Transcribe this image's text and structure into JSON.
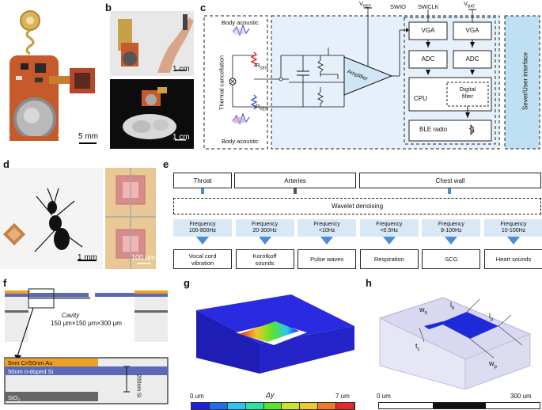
{
  "panels": {
    "a": {
      "label": "a",
      "scale": "5 mm"
    },
    "b": {
      "label": "b",
      "scale_top": "1 cm",
      "scale_bottom": "1 cm"
    },
    "c": {
      "label": "c",
      "body_acoustic_top": "Body acoustic",
      "body_acoustic_bottom": "Body acoustic",
      "thermal_cancellation": "Thermal cancellation",
      "r_sen": "R",
      "r_sen_sub": "SEN",
      "r_ref": "R",
      "r_ref_sub": "REF",
      "amplifier": "Amplifier",
      "vref": "V",
      "vref_sub": "REF",
      "swio": "SWIO",
      "swclk": "SWCLK",
      "vbat": "V",
      "vbat_sub": "BAT",
      "vga1": "VGA",
      "vga2": "VGA",
      "adc1": "ADC",
      "adc2": "ADC",
      "cpu": "CPU",
      "digital_filter_1": "Digital",
      "digital_filter_2": "filter",
      "ble": "BLE radio",
      "server": "Sever/User interface"
    },
    "d": {
      "label": "d",
      "scale_left": "1 mm",
      "scale_right": "100 um"
    },
    "e": {
      "label": "e",
      "sources": [
        "Throat",
        "Arteries",
        "Chest wall"
      ],
      "wavelet": "Wavelet denoising",
      "frequency_word": "Frequency",
      "frequencies": [
        "100-800Hz",
        "20-300Hz",
        "<10Hz",
        "<0.5Hz",
        "8-100Hz",
        "10-100Hz"
      ],
      "outputs": [
        [
          "Vocal cord",
          "vibration"
        ],
        [
          "Korotkoff",
          "sounds"
        ],
        [
          "Pulse waves",
          ""
        ],
        [
          "Respiration",
          ""
        ],
        [
          "SCG",
          ""
        ],
        [
          "Heart sounds",
          ""
        ]
      ]
    },
    "f": {
      "label": "f",
      "cavity": "Cavity",
      "cavity_dims": "150 μm×150 μm×300 μm",
      "layer_au": "5nm Cr/50nm Au",
      "layer_si": "50nm n-doped Si",
      "layer_sio2": "SiO",
      "layer_sio2_sub": "2",
      "thickness": "200nm Si"
    },
    "g": {
      "label": "g",
      "min": "0 um",
      "symbol": "Δy",
      "max": "7 um",
      "colormap": [
        "#1e1ee6",
        "#1e6ef0",
        "#28c8f0",
        "#28e6a0",
        "#5ae628",
        "#c8e628",
        "#f0c828",
        "#f07828",
        "#e62828"
      ]
    },
    "h": {
      "label": "h",
      "wh": "w",
      "wh_sub": "h",
      "lh": "l",
      "lh_sub": "h",
      "lp": "l",
      "lp_sub": "p",
      "tc": "t",
      "tc_sub": "c",
      "wp": "w",
      "wp_sub": "p",
      "min": "0 um",
      "max": "300 um"
    }
  }
}
